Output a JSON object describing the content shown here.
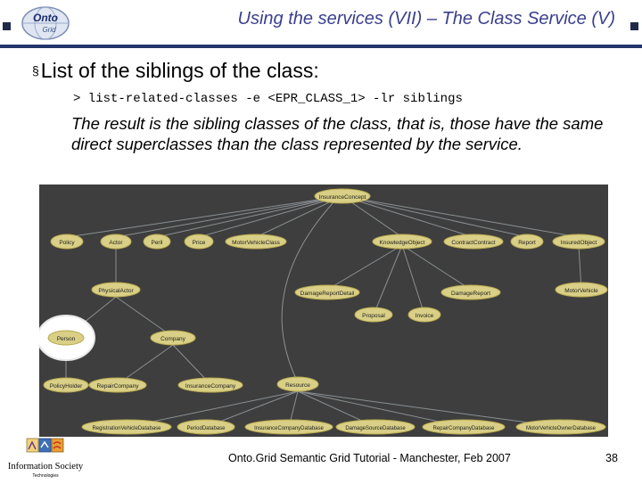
{
  "slide": {
    "title": "Using the services (VII) – The Class Service (V)",
    "bullet_marker": "§",
    "bullet_text": "List of the siblings of the class:",
    "command": "> list-related-classes -e <EPR_CLASS_1> -lr siblings",
    "paragraph": "The result is the sibling classes of the class, that is, those have the same direct superclasses than the class represented by the service."
  },
  "logo": {
    "text_top": "Onto",
    "text_bottom": "Grid"
  },
  "diagram": {
    "nodes": [
      "InsuranceConcept",
      "Policy",
      "Actor",
      "Peril",
      "Price",
      "MotorVehicleClass",
      "KnowledgeObject",
      "ContractContract",
      "Report",
      "InsuredObject",
      "PhysicalActor",
      "DamageReportDetail",
      "DamageReport",
      "MotorVehicle",
      "Proposal",
      "Invoice",
      "Person",
      "Company",
      "PolicyHolder",
      "RepairCompany",
      "InsuranceCompany",
      "Resource",
      "RegistrationVehicleDatabase",
      "PeriodDatabase",
      "InsuranceCompanyDatabase",
      "DamageSourceDatabase",
      "RepairCompanyDatabase",
      "MotorVehicleOwnerDatabase"
    ],
    "highlighted": "Person"
  },
  "footer": {
    "brand": "Information Society",
    "brand_sub": "Technologies",
    "text": "Onto.Grid Semantic Grid Tutorial - Manchester, Feb 2007",
    "page": "38"
  },
  "colors": {
    "title": "#3a3f8c",
    "rule": "#24356b",
    "diagram_bg": "#3e3e3e",
    "node_fill": "#d9cf86",
    "highlight": "#ffffff"
  }
}
